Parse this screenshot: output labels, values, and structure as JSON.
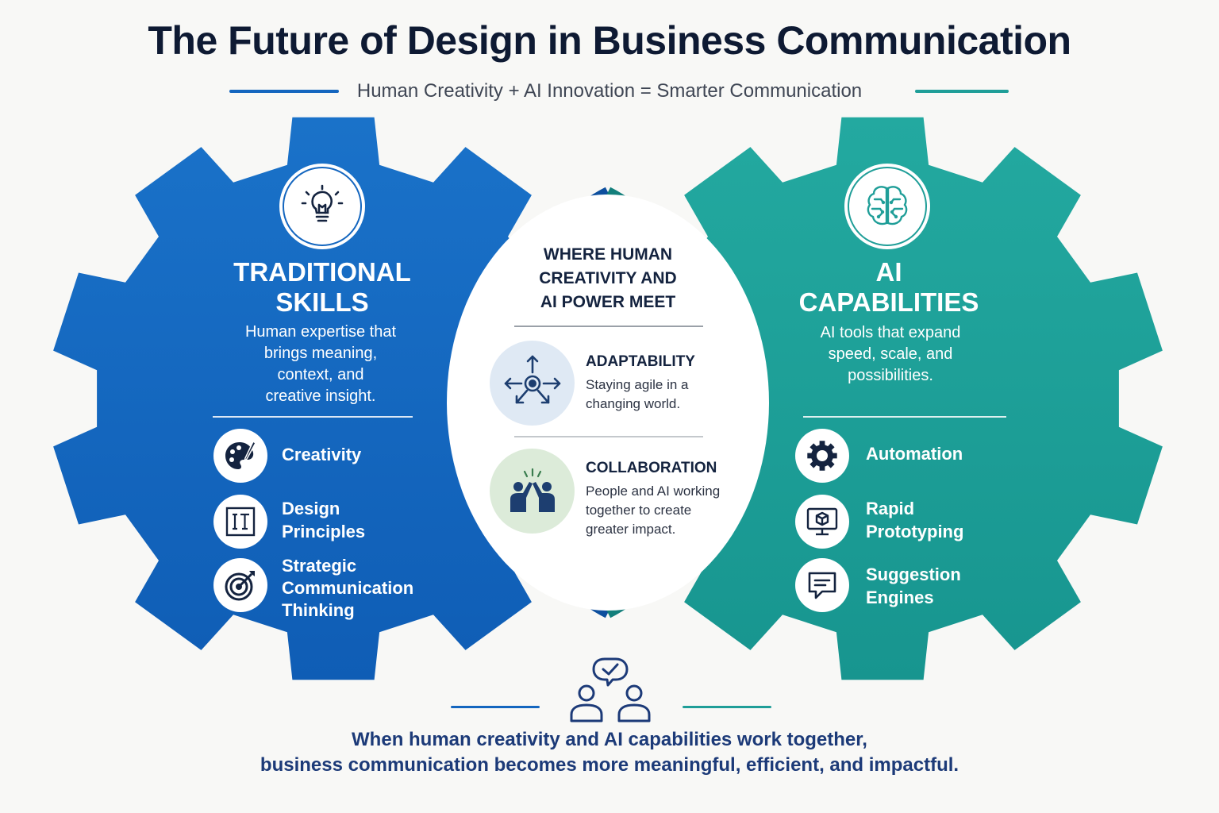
{
  "header": {
    "title": "The Future of Design in Business Communication",
    "subtitle": "Human Creativity + AI Innovation = Smarter Communication"
  },
  "left_gear": {
    "title_line1": "TRADITIONAL",
    "title_line2": "SKILLS",
    "desc_lines": [
      "Human expertise that",
      "brings meaning,",
      "context, and",
      "creative insight."
    ],
    "icon": "lightbulb-icon",
    "color": "#1466bf",
    "items": [
      {
        "lines": [
          "Creativity"
        ],
        "icon": "palette-icon"
      },
      {
        "lines": [
          "Design",
          "Principles"
        ],
        "icon": "typography-icon"
      },
      {
        "lines": [
          "Strategic",
          "Communication",
          "Thinking"
        ],
        "icon": "target-icon"
      }
    ]
  },
  "right_gear": {
    "title_line1": "AI",
    "title_line2": "CAPABILITIES",
    "desc_lines": [
      "AI tools that expand",
      "speed, scale, and",
      "possibilities."
    ],
    "icon": "brain-circuit-icon",
    "color": "#1f9e98",
    "items": [
      {
        "lines": [
          "Automation"
        ],
        "icon": "gear-icon"
      },
      {
        "lines": [
          "Rapid",
          "Prototyping"
        ],
        "icon": "monitor-cube-icon"
      },
      {
        "lines": [
          "Suggestion",
          "Engines"
        ],
        "icon": "chat-icon"
      }
    ]
  },
  "center": {
    "heading_lines": [
      "WHERE HUMAN",
      "CREATIVITY AND",
      "AI POWER MEET"
    ],
    "blocks": [
      {
        "title": "ADAPTABILITY",
        "desc_lines": [
          "Staying agile in a",
          "changing world."
        ],
        "icon": "arrows-out-icon"
      },
      {
        "title": "COLLABORATION",
        "desc_lines": [
          "People and AI working",
          "together to create",
          "greater impact."
        ],
        "icon": "high-five-icon"
      }
    ]
  },
  "footer": {
    "line1": "When human creativity and AI capabilities work together,",
    "line2": "business communication becomes more meaningful, efficient, and impactful.",
    "icon": "people-check-icon"
  }
}
